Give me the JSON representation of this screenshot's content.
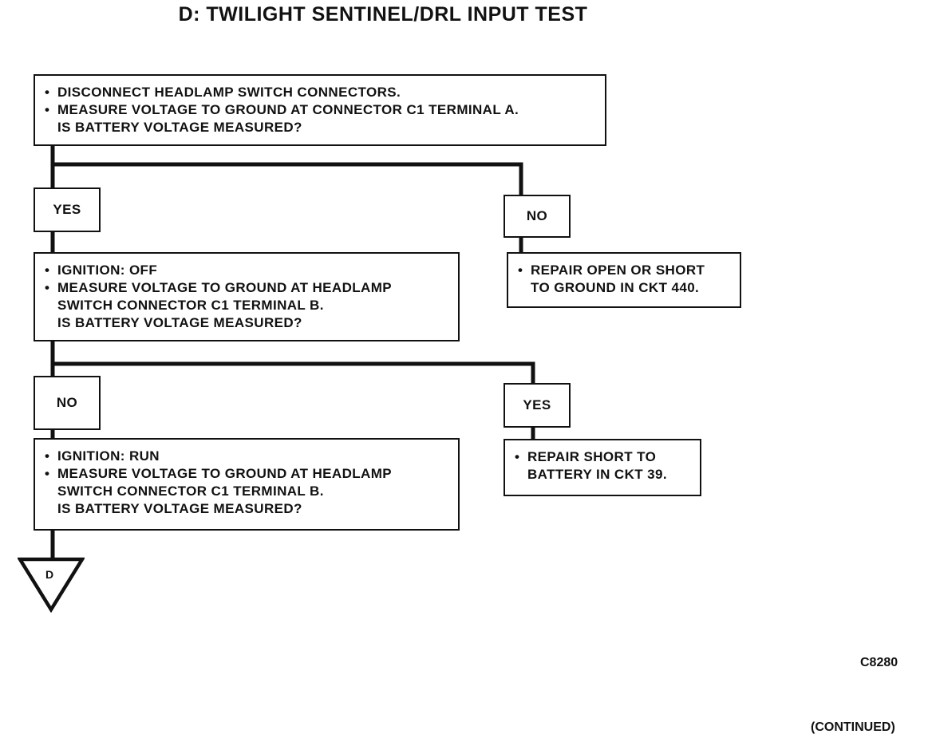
{
  "title": "D: TWILIGHT SENTINEL/DRL INPUT TEST",
  "steps": [
    {
      "lines": [
        {
          "text": "DISCONNECT HEADLAMP SWITCH CONNECTORS.",
          "bullet": true
        },
        {
          "text": "MEASURE VOLTAGE TO GROUND AT CONNECTOR C1 TERMINAL A.",
          "bullet": true
        },
        {
          "text": "IS BATTERY VOLTAGE MEASURED?",
          "bullet": false
        }
      ]
    },
    {
      "lines": [
        {
          "text": "IGNITION: OFF",
          "bullet": true
        },
        {
          "text": "MEASURE VOLTAGE TO GROUND AT HEADLAMP",
          "bullet": true
        },
        {
          "text": "SWITCH CONNECTOR C1 TERMINAL B.",
          "bullet": false
        },
        {
          "text": "IS BATTERY VOLTAGE MEASURED?",
          "bullet": false
        }
      ]
    },
    {
      "lines": [
        {
          "text": "IGNITION: RUN",
          "bullet": true
        },
        {
          "text": "MEASURE VOLTAGE TO GROUND AT HEADLAMP",
          "bullet": true
        },
        {
          "text": "SWITCH CONNECTOR C1 TERMINAL B.",
          "bullet": false
        },
        {
          "text": "IS BATTERY VOLTAGE MEASURED?",
          "bullet": false
        }
      ]
    }
  ],
  "branches": {
    "b1_left": "YES",
    "b1_right": "NO",
    "b2_left": "NO",
    "b2_right": "YES"
  },
  "actions": [
    {
      "lines": [
        {
          "text": "REPAIR OPEN OR SHORT",
          "bullet": true
        },
        {
          "text": "TO GROUND IN CKT 440.",
          "bullet": false
        }
      ]
    },
    {
      "lines": [
        {
          "text": "REPAIR SHORT TO",
          "bullet": true
        },
        {
          "text": "BATTERY IN CKT 39.",
          "bullet": false
        }
      ]
    }
  ],
  "terminator": {
    "label": "D"
  },
  "figure_code": "C8280",
  "continued": "(CONTINUED)"
}
